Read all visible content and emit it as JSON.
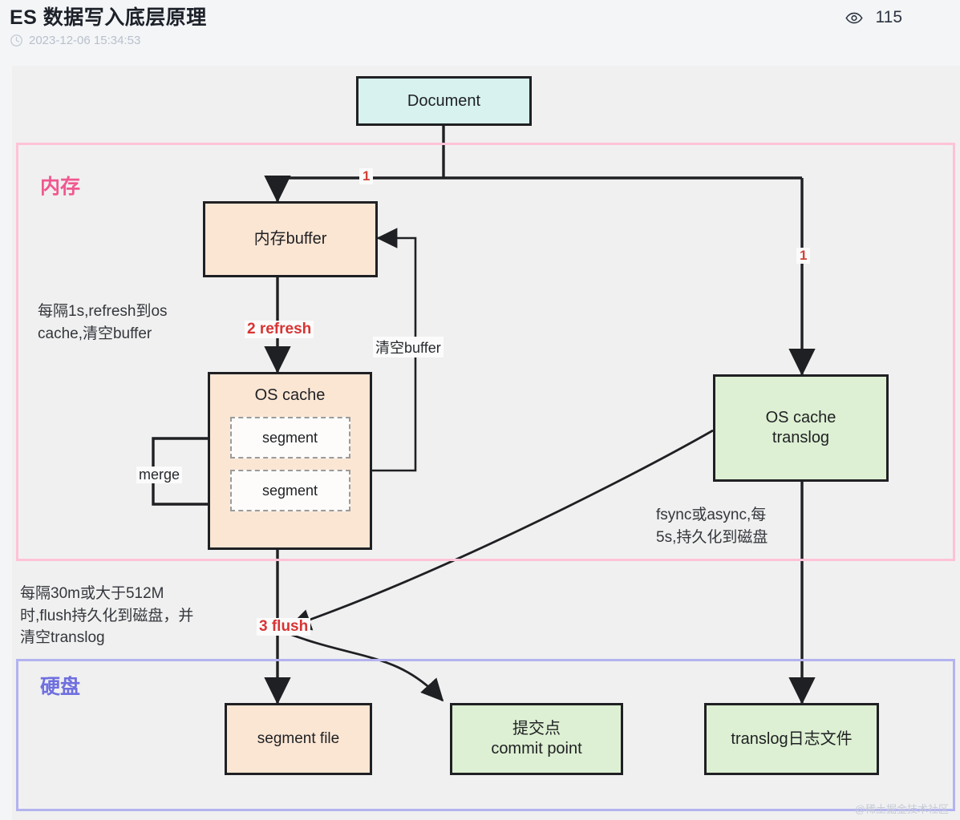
{
  "header": {
    "title": "ES 数据写入底层原理",
    "timestamp": "2023-12-06 15:34:53",
    "views_count": "115",
    "clock_icon": "clock-icon",
    "eye_icon": "eye-icon"
  },
  "diagram": {
    "regions": [
      {
        "id": "memory",
        "label": "内存",
        "color": "#ffc2d6",
        "label_color": "#f0588f"
      },
      {
        "id": "disk",
        "label": "硬盘",
        "color": "#b3b3f0",
        "label_color": "#6f6fe0"
      }
    ],
    "nodes": {
      "document": {
        "label": "Document",
        "fill": "#d7f2ef"
      },
      "mem_buffer": {
        "label": "内存buffer",
        "fill": "#fbe6d4"
      },
      "os_cache": {
        "label": "OS cache",
        "fill": "#fbe6d4"
      },
      "segment_1": {
        "label": "segment"
      },
      "segment_2": {
        "label": "segment"
      },
      "os_cache_translog": {
        "label": "OS cache\ntranslog",
        "fill": "#ddf0d3"
      },
      "segment_file": {
        "label": "segment file",
        "fill": "#fbe6d4"
      },
      "commit_point": {
        "label": "提交点\ncommit point",
        "fill": "#ddf0d3"
      },
      "translog_file": {
        "label": "translog日志文件",
        "fill": "#ddf0d3"
      }
    },
    "notes": {
      "refresh_note": "每隔1s,refresh到os\ncache,清空buffer",
      "fsync_note": "fsync或async,每\n5s,持久化到磁盘",
      "flush_note": "每隔30m或大于512M\n时,flush持久化到磁盘，并\n清空translog"
    },
    "edge_labels": {
      "merge": "merge",
      "clear_buffer": "清空buffer"
    },
    "steps": {
      "step_1_left": "1",
      "step_1_right": "1",
      "step_2": "2 refresh",
      "step_3": "3 flush"
    }
  },
  "watermark": "@稀土掘金技术社区"
}
